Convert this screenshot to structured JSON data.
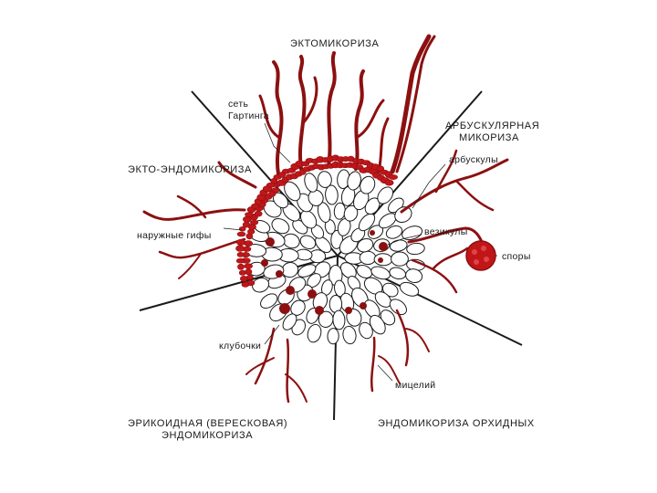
{
  "sections": {
    "ecto": "ЭКТОМИКОРИЗА",
    "arbuscular_line1": "АРБУСКУЛЯРНАЯ",
    "arbuscular_line2": "МИКОРИЗА",
    "ecto_endo": "ЭКТО-ЭНДОМИКОРИЗА",
    "ericoid_line1": "ЭРИКОИДНАЯ (ВЕРЕСКОВАЯ)",
    "ericoid_line2": "ЭНДОМИКОРИЗА",
    "orchid": "ЭНДОМИКОРИЗА ОРХИДНЫХ"
  },
  "labels": {
    "hartig_line1": "сеть",
    "hartig_line2": "Гартинга",
    "arbuscules": "арбускулы",
    "vesicles": "везикулы",
    "spores": "споры",
    "external_hyphae": "наружные гифы",
    "coils": "клубочки",
    "mycelium": "мицелий"
  },
  "colors": {
    "fungus": "#8c1010",
    "fungus_fill": "#c0161a",
    "outline": "#1a1a1a",
    "background": "#ffffff"
  }
}
